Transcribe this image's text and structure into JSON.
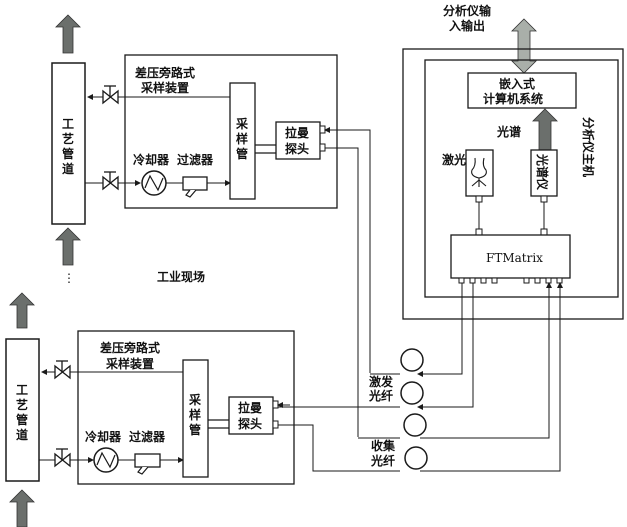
{
  "analyzer_io": [
    "分析仪输",
    "入输出"
  ],
  "analyzer_host": "分析仪主机",
  "embedded_computer": [
    "嵌入式",
    "计算机系统"
  ],
  "spectrum_label": "光谱",
  "laser": "激光器",
  "spectrometer": "光谱仪",
  "ftmatrix": "FTMatrix",
  "field_label": "工业现场",
  "units": [
    {
      "pipe": "工艺管道",
      "sampler_title": [
        "差压旁路式",
        "采样装置"
      ],
      "sample_tube": "采样管",
      "raman_probe": [
        "拉曼",
        "探头"
      ],
      "cooler": "冷却器",
      "filter": "过滤器"
    },
    {
      "pipe": "工艺管道",
      "sampler_title": [
        "差压旁路式",
        "采样装置"
      ],
      "sample_tube": "采样管",
      "raman_probe": [
        "拉曼",
        "探头"
      ],
      "cooler": "冷却器",
      "filter": "过滤器"
    }
  ],
  "excitation_fiber": [
    "激发",
    "光纤"
  ],
  "collection_fiber": [
    "收集",
    "光纤"
  ],
  "ellipsis": "⋮",
  "colors": {
    "arrow_fill": "#6b6f6c",
    "io_arrow_fill": "#a9afa9",
    "line": "#1a1a1a"
  }
}
